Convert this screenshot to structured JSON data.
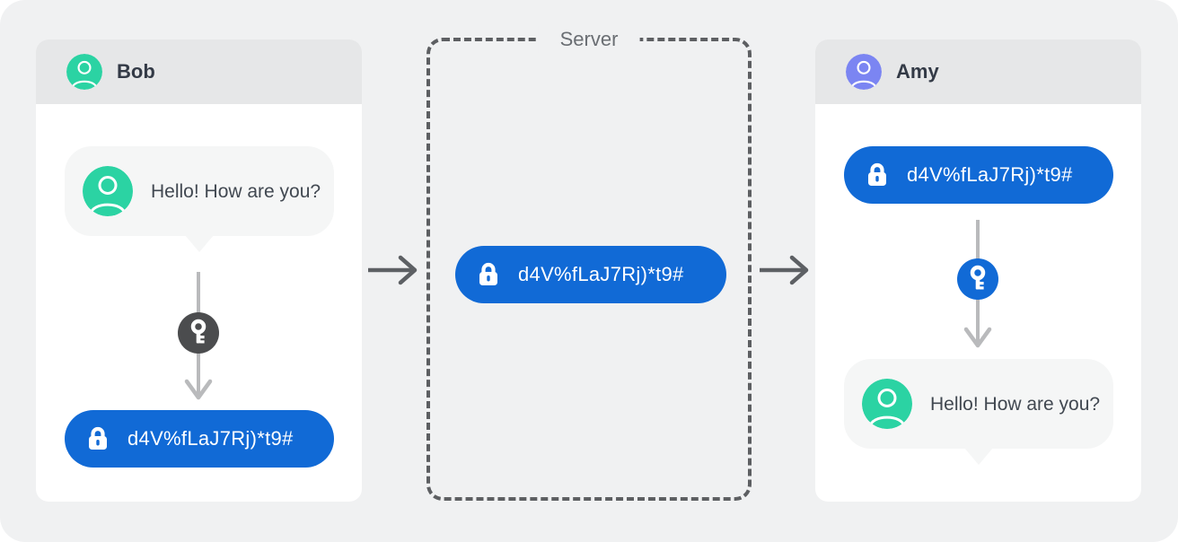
{
  "panels": {
    "bob": {
      "name": "Bob"
    },
    "amy": {
      "name": "Amy"
    }
  },
  "server": {
    "label": "Server"
  },
  "messages": {
    "plain": "Hello! How are you?",
    "encrypted": "d4V%fLaJ7Rj)*t9#"
  },
  "icons": {
    "user": "person-silhouette-icon",
    "lock": "closed-padlock-icon",
    "key": "key-icon",
    "arrow_right": "→",
    "arrow_down": "↓"
  },
  "colors": {
    "page_bg": "#f0f1f2",
    "panel_bg": "#ffffff",
    "header_bg": "#e6e7e8",
    "text_dark": "#333a46",
    "bubble_bg": "#f5f6f6",
    "bubble_text": "#414851",
    "teal": "#2bd3a3",
    "periwinkle": "#7b85f2",
    "blue": "#116ad6",
    "key_dark": "#4b4c4e",
    "connector": "#b9babc",
    "arrow": "#5d6064",
    "server_border": "#5d5f62",
    "server_text": "#6a6e73"
  }
}
